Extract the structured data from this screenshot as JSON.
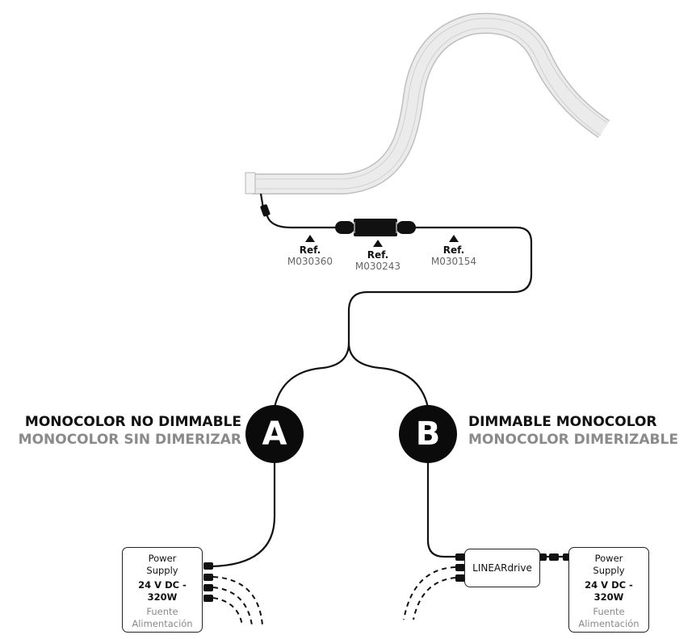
{
  "refs": [
    {
      "label": "Ref.",
      "code": "M030360"
    },
    {
      "label": "Ref.",
      "code": "M030243"
    },
    {
      "label": "Ref.",
      "code": "M030154"
    }
  ],
  "options": {
    "a": {
      "badge": "A",
      "title": "MONOCOLOR NO DIMMABLE",
      "subtitle": "MONOCOLOR SIN DIMERIZAR"
    },
    "b": {
      "badge": "B",
      "title": "DIMMABLE MONOCOLOR",
      "subtitle": "MONOCOLOR DIMERIZABLE"
    }
  },
  "power_supply": {
    "line1": "Power",
    "line2": "Supply",
    "spec": "24 V DC - 320W",
    "es1": "Fuente",
    "es2": "Alimentación"
  },
  "driver": {
    "label": "LINEARdrive"
  },
  "colors": {
    "ink": "#111111",
    "grey_text": "#8a8a8a",
    "strip": "#e9e9e9"
  }
}
